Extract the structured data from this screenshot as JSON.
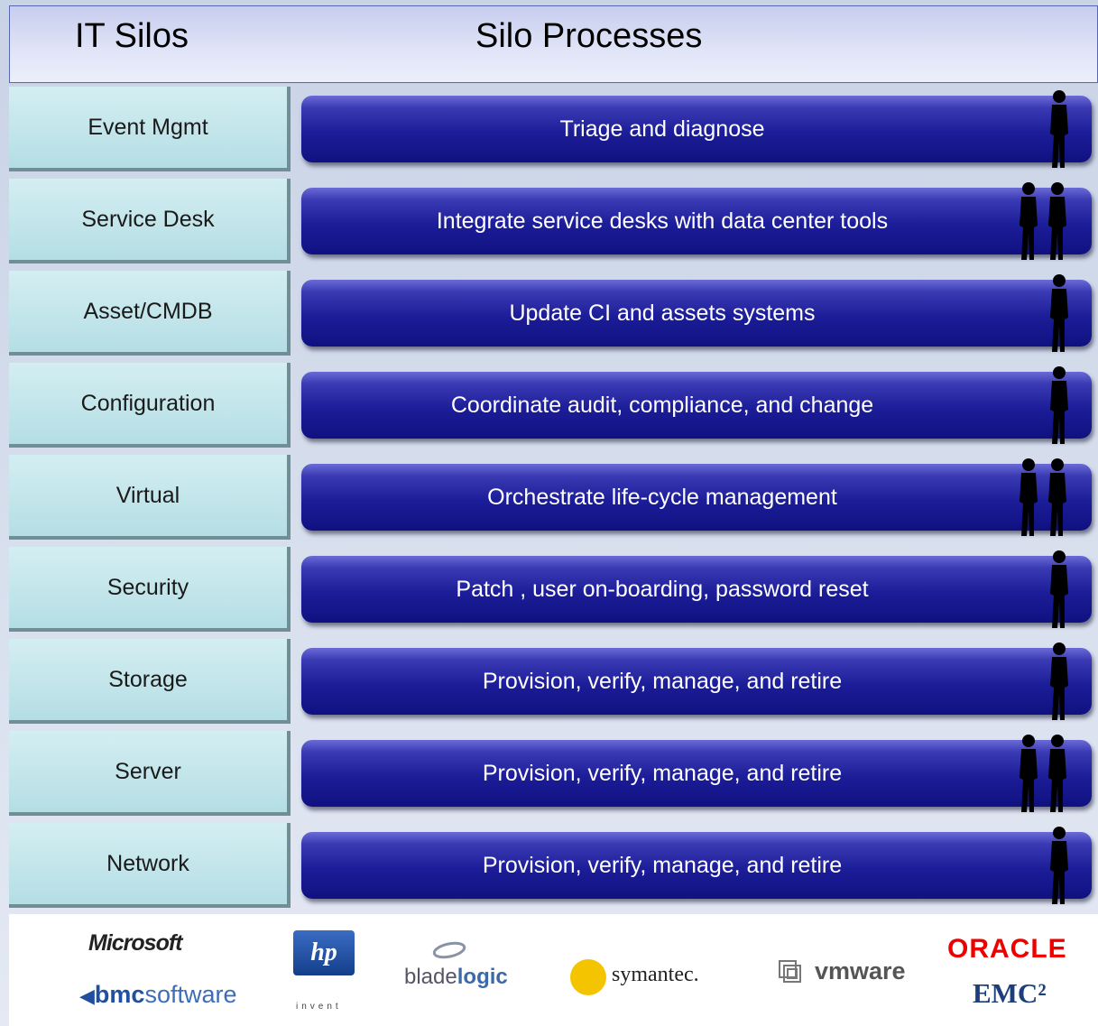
{
  "header": {
    "silos_title": "IT  Silos",
    "processes_title": "Silo Processes"
  },
  "rows": [
    {
      "silo": "Event Mgmt",
      "process": "Triage and diagnose",
      "figures": 1
    },
    {
      "silo": "Service Desk",
      "process": "Integrate service desks with data center tools",
      "figures": 2
    },
    {
      "silo": "Asset/CMDB",
      "process": "Update CI and assets systems",
      "figures": 1
    },
    {
      "silo": "Configuration",
      "process": "Coordinate audit, compliance, and change",
      "figures": 1
    },
    {
      "silo": "Virtual",
      "process": "Orchestrate life-cycle management",
      "figures": 2
    },
    {
      "silo": "Security",
      "process": "Patch , user on-boarding, password reset",
      "figures": 1
    },
    {
      "silo": "Storage",
      "process": "Provision, verify, manage, and retire",
      "figures": 1
    },
    {
      "silo": "Server",
      "process": "Provision, verify, manage, and retire",
      "figures": 2
    },
    {
      "silo": "Network",
      "process": "Provision, verify, manage, and retire",
      "figures": 1
    }
  ],
  "logos": {
    "microsoft": "Microsoft",
    "bmc_bold": "bmc",
    "bmc_rest": "software",
    "hp": "hp",
    "hp_tag": "invent",
    "bladelogic_a": "blade",
    "bladelogic_b": "logic",
    "symantec": "symantec.",
    "vmware": "vmware",
    "oracle": "ORACLE",
    "emc": "EMC²"
  }
}
